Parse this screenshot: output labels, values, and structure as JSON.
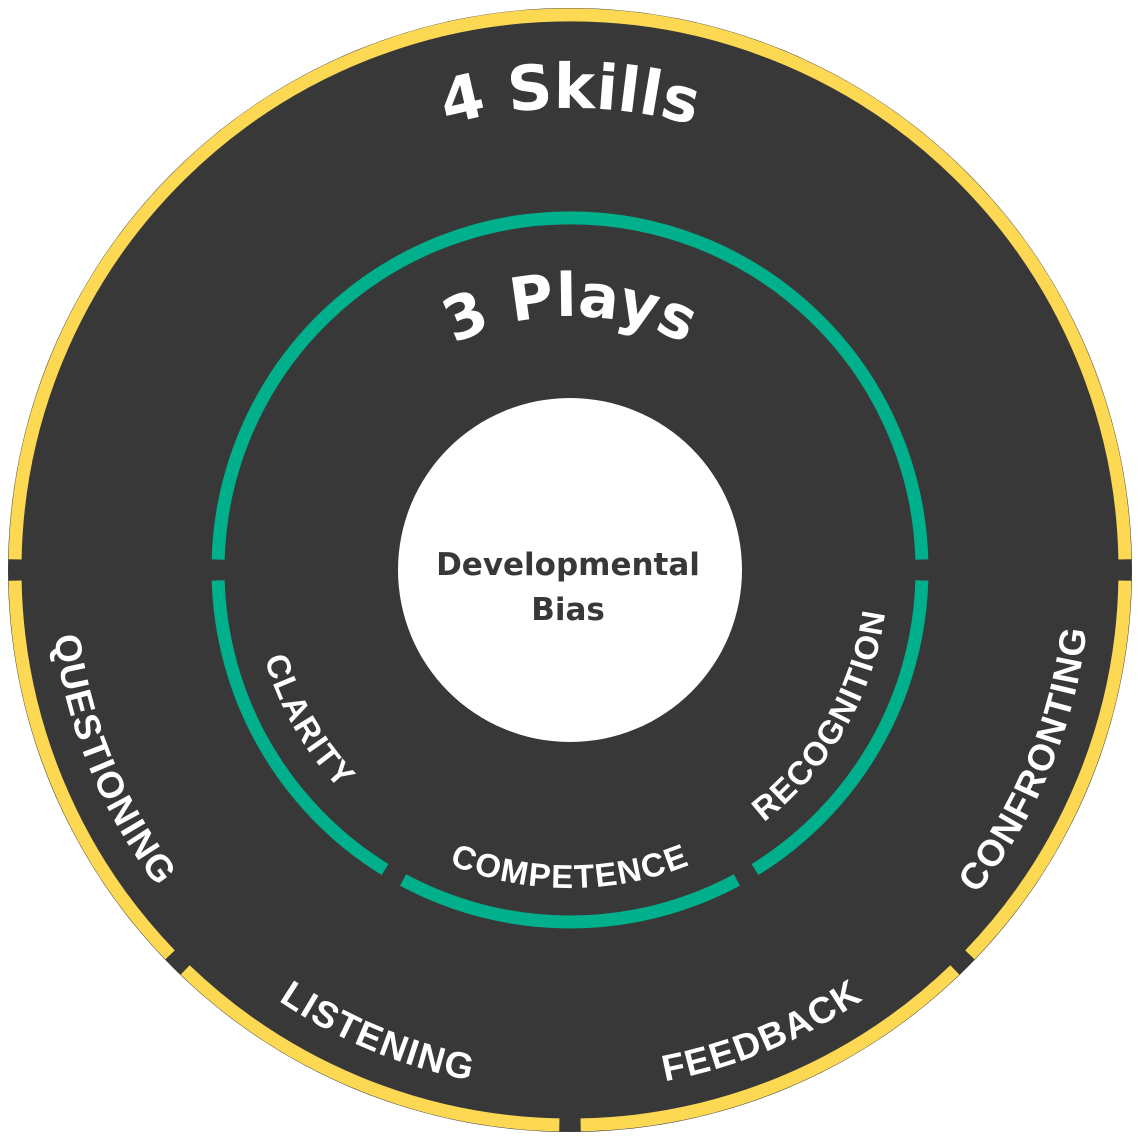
{
  "colors": {
    "background": "#383838",
    "outer_ring": "#FDD853",
    "inner_ring": "#00AF8B",
    "core": "#FFFFFF",
    "text": "#FFFFFF",
    "core_text": "#383838"
  },
  "outer": {
    "title": "4 Skills",
    "skills": [
      "QUESTIONING",
      "LISTENING",
      "FEEDBACK",
      "CONFRONTING"
    ]
  },
  "middle": {
    "title": "3 Plays",
    "plays": [
      "CLARITY",
      "COMPETENCE",
      "RECOGNITION"
    ]
  },
  "core": {
    "line1": "Developmental",
    "line2": "Bias"
  }
}
